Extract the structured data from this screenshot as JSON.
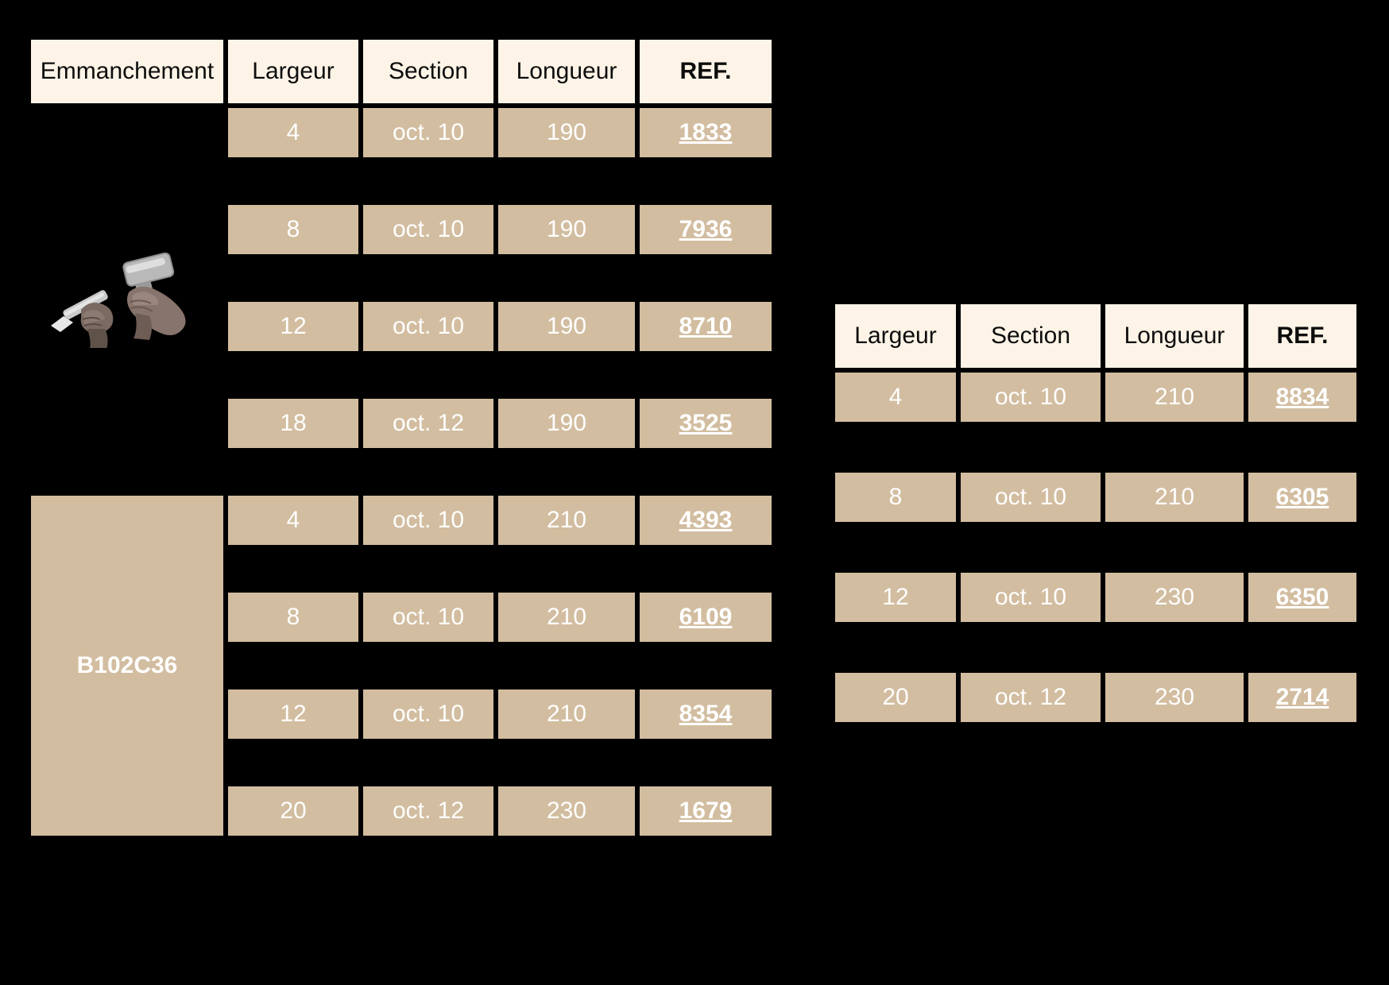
{
  "page": {
    "background_color": "#000000",
    "cell_fill_color": "#d2bda0",
    "header_fill_color": "#fdf4e7",
    "cell_text_color": "#ffffff",
    "header_text_color": "#0d0d0d"
  },
  "left_table": {
    "headers": [
      "Emmanchement",
      "Largeur",
      "Section",
      "Longueur",
      "REF."
    ],
    "groups": [
      {
        "label": "",
        "has_illustration": true,
        "illustration_name": "hammer-and-chisel-illustration",
        "rows": [
          {
            "largeur": "4",
            "section": "oct. 10",
            "longueur": "190",
            "ref": "1833"
          },
          {
            "largeur": "8",
            "section": "oct. 10",
            "longueur": "190",
            "ref": "7936"
          },
          {
            "largeur": "12",
            "section": "oct. 10",
            "longueur": "190",
            "ref": "8710"
          },
          {
            "largeur": "18",
            "section": "oct. 12",
            "longueur": "190",
            "ref": "3525"
          }
        ]
      },
      {
        "label": "B102C36",
        "has_illustration": false,
        "rows": [
          {
            "largeur": "4",
            "section": "oct. 10",
            "longueur": "210",
            "ref": "4393"
          },
          {
            "largeur": "8",
            "section": "oct. 10",
            "longueur": "210",
            "ref": "6109"
          },
          {
            "largeur": "12",
            "section": "oct. 10",
            "longueur": "210",
            "ref": "8354"
          },
          {
            "largeur": "20",
            "section": "oct. 12",
            "longueur": "230",
            "ref": "1679"
          }
        ]
      }
    ]
  },
  "right_table": {
    "headers": [
      "Largeur",
      "Section",
      "Longueur",
      "REF."
    ],
    "rows": [
      {
        "largeur": "4",
        "section": "oct. 10",
        "longueur": "210",
        "ref": "8834"
      },
      {
        "largeur": "8",
        "section": "oct. 10",
        "longueur": "210",
        "ref": "6305"
      },
      {
        "largeur": "12",
        "section": "oct. 10",
        "longueur": "230",
        "ref": "6350"
      },
      {
        "largeur": "20",
        "section": "oct. 12",
        "longueur": "230",
        "ref": "2714"
      }
    ]
  }
}
